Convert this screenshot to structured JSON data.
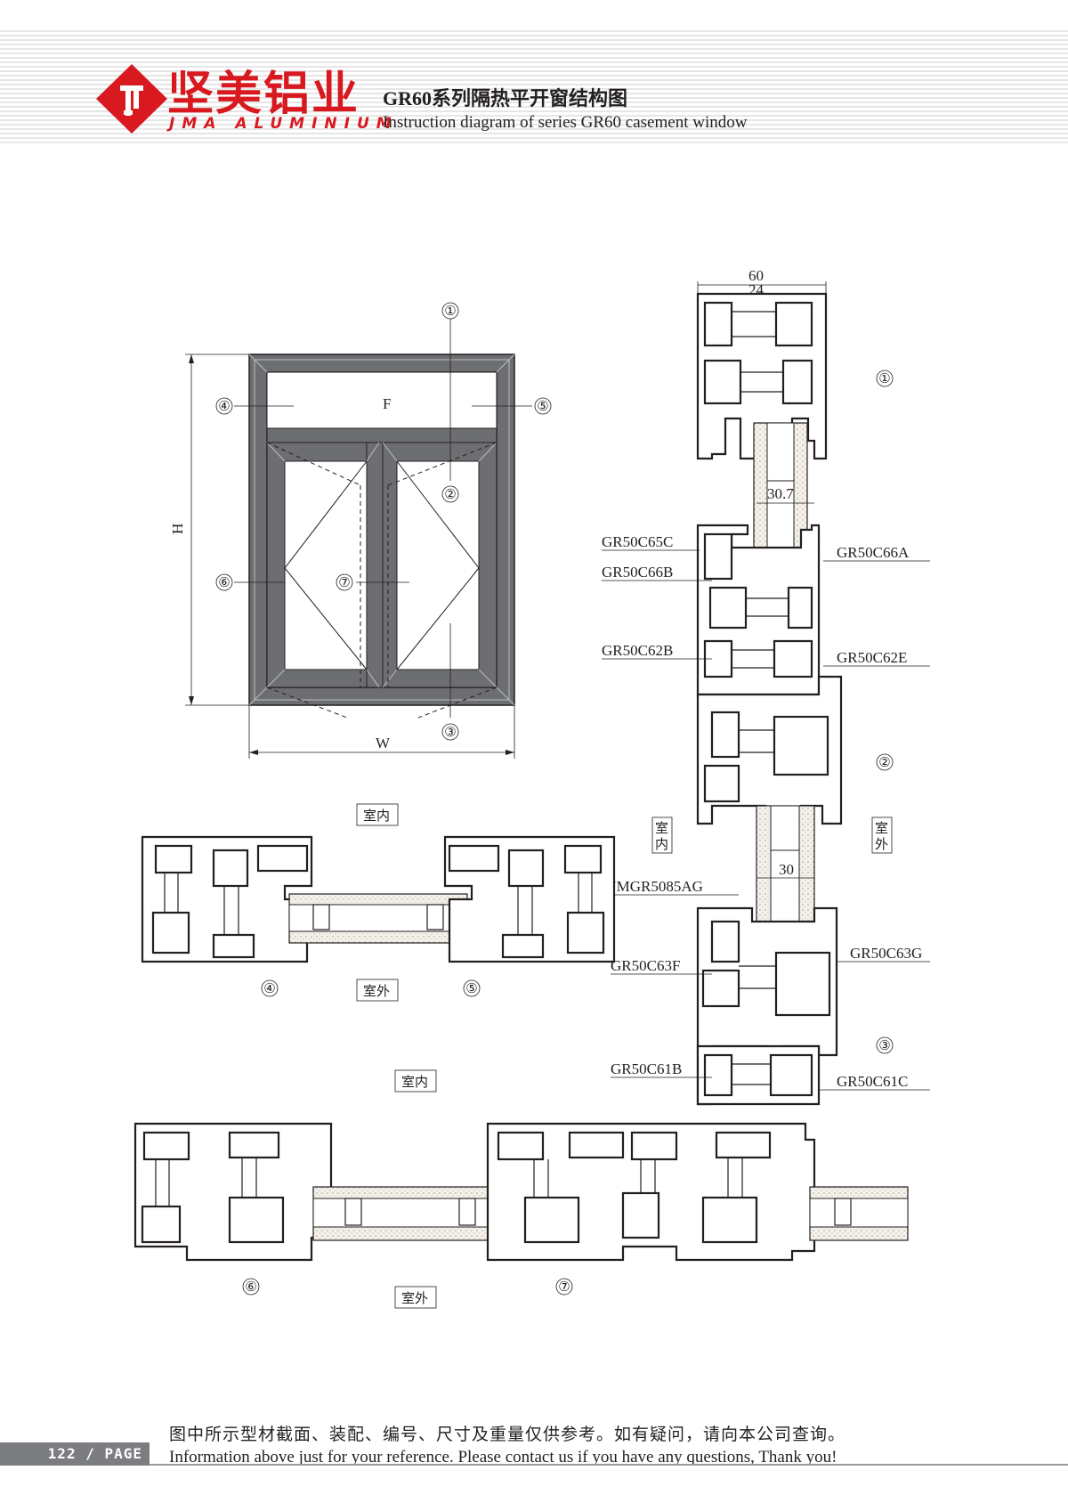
{
  "header": {
    "brand_cn": "坚美铝业",
    "brand_en": "JMA ALUMINIUM",
    "title_cn": "GR60系列隔热平开窗结构图",
    "title_en": "Instruction diagram of series GR60 casement window",
    "logo_icon": "jma-diamond-logo-icon",
    "brand_color": "#d81920"
  },
  "elevation": {
    "label_f": "F",
    "label_h": "H",
    "label_w": "W",
    "callouts": [
      "①",
      "②",
      "③",
      "④",
      "⑤",
      "⑥",
      "⑦"
    ]
  },
  "vertical_section": {
    "dim_60": "60",
    "dim_24": "24",
    "dim_30_7": "30.7",
    "dim_30": "30",
    "marker_1": "①",
    "marker_2": "②",
    "marker_3": "③",
    "indoor": [
      "室",
      "内"
    ],
    "outdoor": [
      "室",
      "外"
    ],
    "parts_left": [
      "GR50C65C",
      "GR50C66B",
      "GR50C62B",
      "JMGR5085AG",
      "GR50C63F",
      "GR50C61B"
    ],
    "parts_right": [
      "GR50C66A",
      "GR50C62E",
      "GR50C63G",
      "GR50C61C"
    ]
  },
  "section_45": {
    "indoor": "室内",
    "outdoor": "室外",
    "marker_4": "④",
    "marker_5": "⑤"
  },
  "section_67": {
    "indoor": "室内",
    "outdoor": "室外",
    "marker_6": "⑥",
    "marker_7": "⑦"
  },
  "footer": {
    "note_cn": "图中所示型材截面、装配、编号、尺寸及重量仅供参考。如有疑问，请向本公司查询。",
    "note_en": "Information above just for your reference. Please contact us if you have any questions, Thank you!",
    "page": "122 / PAGE"
  }
}
